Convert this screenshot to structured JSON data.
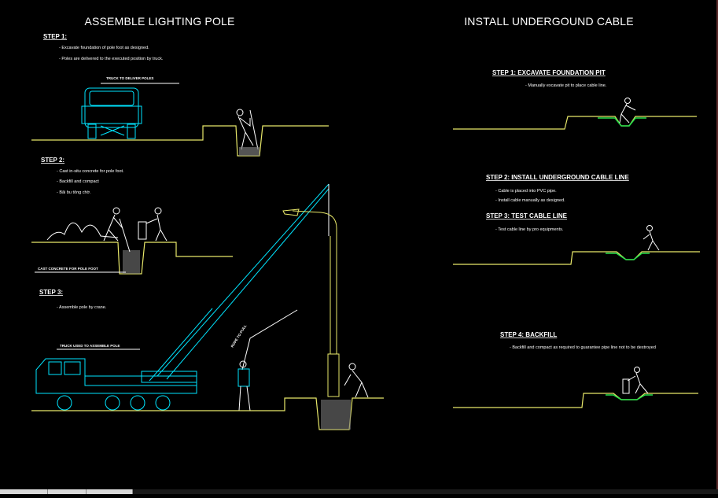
{
  "left": {
    "title": "ASSEMBLE LIGHTING POLE",
    "step1": {
      "heading": "STEP 1:",
      "bullets": [
        "- Excavate foundation of pole foot as designed.",
        "- Poles are delivered to the executed position by truck."
      ],
      "truck_label": "TRUCK TO DELIVER POLES"
    },
    "step2": {
      "heading": "STEP 2:",
      "bullets": [
        "- Cast in-situ concrete for pole foot.",
        "- Backfill and compact",
        "- Bãi bu tông chờ."
      ],
      "foot_label": "CAST CONCRETE FOR POLE FOOT"
    },
    "step3": {
      "heading": "STEP 3:",
      "bullets": [
        "- Assemble pole by crane."
      ],
      "crane_label": "TRUCK USED TO ASSEMBLE POLE",
      "rope_label": "ROPE TO PULL"
    }
  },
  "right": {
    "title": "INSTALL UNDERGOUND CABLE",
    "step1": {
      "heading": "STEP 1: EXCAVATE FOUNDATION PIT",
      "bullets": [
        "- Manually excavate pit to place cable line."
      ]
    },
    "step2": {
      "heading": "STEP 2: INSTALL UNDERGROUND CABLE LINE",
      "bullets": [
        "- Cable is placed into PVC pipe.",
        "- Install cable manually as designed."
      ]
    },
    "step3": {
      "heading": "STEP 3: TEST CABLE LINE",
      "bullets": [
        "- Test cable line by pro equipments."
      ]
    },
    "step4": {
      "heading": "STEP 4: BACKFILL",
      "bullets": [
        "- Backfill and compact as required to guarantee pipe line not to be destroyed"
      ]
    }
  },
  "colors": {
    "background": "#000000",
    "ground": "#e8e86a",
    "vehicle": "#00e5ff",
    "cable": "#27e04a",
    "text": "#ffffff"
  },
  "icons": [
    "truck-icon",
    "crane-truck-icon",
    "worker-icon",
    "street-light-icon"
  ]
}
